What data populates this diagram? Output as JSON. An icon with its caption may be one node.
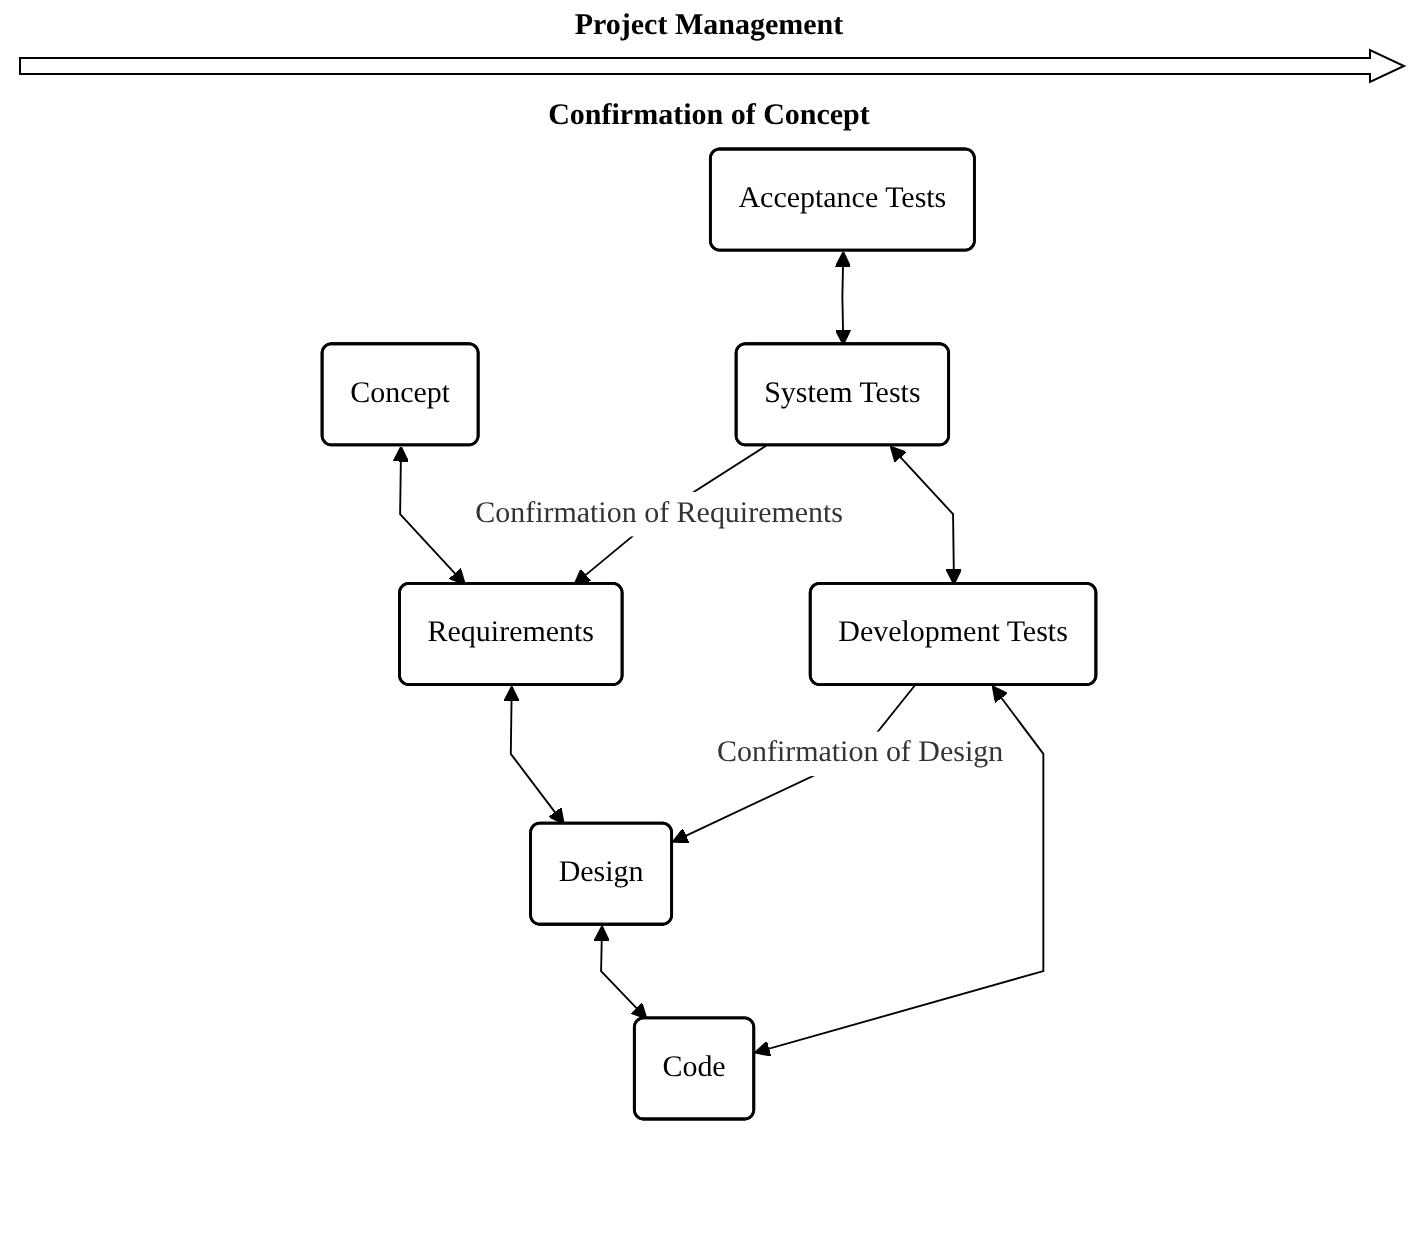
{
  "diagram": {
    "nodes": [
      {
        "text": [
          "Concept"
        ]
      },
      {
        "text": [
          "Acceptance Tests"
        ]
      },
      {
        "text": [
          "Requirements"
        ]
      },
      {
        "text": [
          "System Tests"
        ]
      },
      {
        "text": [
          "Design"
        ]
      },
      {
        "text": [
          "Development Tests"
        ]
      },
      {
        "text": [
          "Code"
        ]
      }
    ],
    "edges": [
      {
        "from": 0,
        "to": 2,
        "arrow": "both"
      },
      {
        "from": 1,
        "to": 3,
        "arrow": "both"
      },
      {
        "from": 3,
        "to": 2,
        "arrow": "to",
        "label": "Confirmation of Requirements"
      },
      {
        "from": 2,
        "to": 4,
        "arrow": "both"
      },
      {
        "from": 3,
        "to": 5,
        "arrow": "both"
      },
      {
        "from": 5,
        "to": 4,
        "arrow": "to",
        "label": "Confirmation of Design"
      },
      {
        "from": 4,
        "to": 6,
        "arrow": "both"
      },
      {
        "from": 5,
        "to": 6,
        "arrow": "both"
      }
    ],
    "labels": [
      "Project Management",
      "Confirmation of Concept"
    ]
  }
}
